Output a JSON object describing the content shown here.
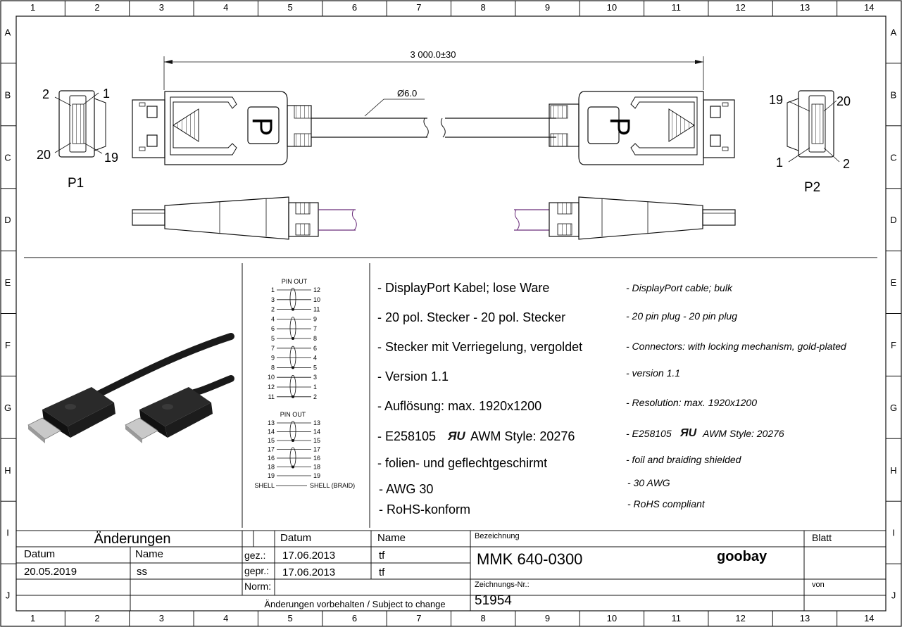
{
  "frame": {
    "columns": [
      "1",
      "2",
      "3",
      "4",
      "5",
      "6",
      "7",
      "8",
      "9",
      "10",
      "11",
      "12",
      "13",
      "14"
    ],
    "rows": [
      "A",
      "B",
      "C",
      "D",
      "E",
      "F",
      "G",
      "H",
      "I",
      "J"
    ]
  },
  "drawing": {
    "length_dim": "3 000.0±30",
    "diameter_dim": "Ø6.0",
    "connector_letter": "P",
    "p1": {
      "label": "P1",
      "pins": [
        "2",
        "1",
        "20",
        "19"
      ]
    },
    "p2": {
      "label": "P2",
      "pins": [
        "19",
        "20",
        "1",
        "2"
      ]
    }
  },
  "pinout": {
    "title1": "PIN OUT",
    "group1": [
      [
        "1",
        "12"
      ],
      [
        "3",
        "10"
      ],
      [
        "2",
        "11"
      ],
      [
        "4",
        "9"
      ],
      [
        "6",
        "7"
      ],
      [
        "5",
        "8"
      ],
      [
        "7",
        "6"
      ],
      [
        "9",
        "4"
      ],
      [
        "8",
        "5"
      ],
      [
        "10",
        "3"
      ],
      [
        "12",
        "1"
      ],
      [
        "11",
        "2"
      ]
    ],
    "title2": "PIN OUT",
    "group2": [
      [
        "13",
        "13"
      ],
      [
        "14",
        "14"
      ],
      [
        "15",
        "15"
      ],
      [
        "17",
        "17"
      ],
      [
        "16",
        "16"
      ],
      [
        "18",
        "18"
      ],
      [
        "19",
        "19"
      ]
    ],
    "shell_left": "SHELL",
    "shell_right": "SHELL (BRAID)"
  },
  "specs": {
    "de": [
      "- DisplayPort Kabel; lose Ware",
      "- 20 pol. Stecker - 20 pol. Stecker",
      "- Stecker mit Verriegelung, vergoldet",
      "- Version 1.1",
      "- Auflösung: max. 1920x1200",
      "- E258105",
      "AWM Style: 20276",
      "- folien- und geflechtgeschirmt",
      "- AWG 30",
      "- RoHS-konform"
    ],
    "en": [
      "- DisplayPort cable; bulk",
      "- 20 pin plug - 20 pin plug",
      "- Connectors: with locking mechanism, gold-plated",
      "- version 1.1",
      "- Resolution: max. 1920x1200",
      "- E258105",
      "AWM Style: 20276",
      "- foil and braiding shielded",
      "- 30 AWG",
      "- RoHS compliant"
    ]
  },
  "titleblock": {
    "changes": "Änderungen",
    "datum": "Datum",
    "name": "Name",
    "change_date": "20.05.2019",
    "change_name": "ss",
    "gez": "gez.:",
    "gepr": "gepr.:",
    "norm": "Norm:",
    "gez_date": "17.06.2013",
    "gez_name": "tf",
    "gepr_date": "17.06.2013",
    "gepr_name": "tf",
    "subject": "Änderungen vorbehalten / Subject to change",
    "bezeichnung": "Bezeichnung",
    "product": "MMK 640-0300",
    "brand": "goobay",
    "zeichnungsnr": "Zeichnungs-Nr.:",
    "number": "51954",
    "blatt": "Blatt",
    "von": "von"
  }
}
